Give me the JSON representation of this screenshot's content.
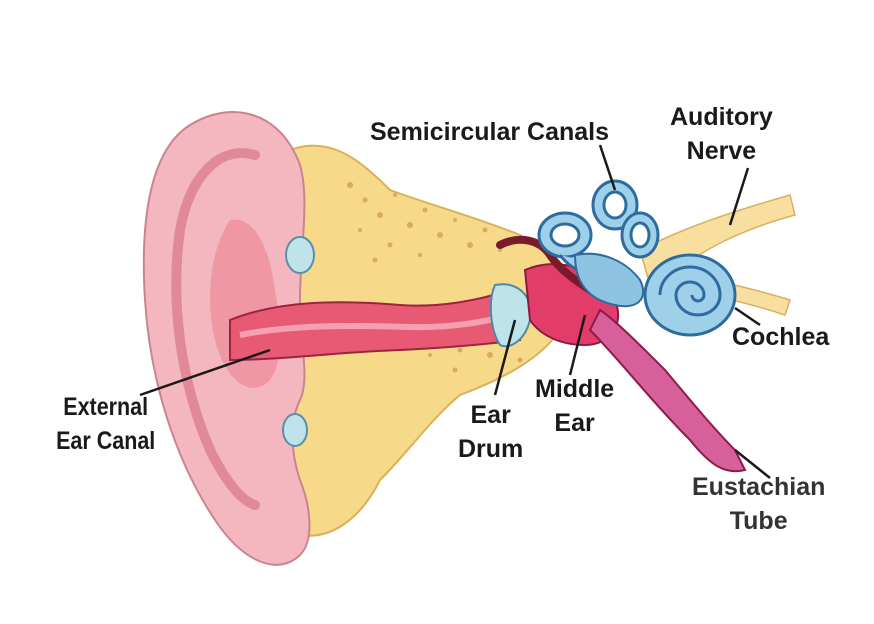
{
  "labels": {
    "semicircular_canals": "Semicircular Canals",
    "auditory_nerve": [
      "Auditory",
      "Nerve"
    ],
    "cochlea": "Cochlea",
    "middle_ear": [
      "Middle",
      "Ear"
    ],
    "ear_drum": [
      "Ear",
      "Drum"
    ],
    "external_ear_canal": [
      "External",
      "Ear Canal"
    ],
    "eustachian_tube": [
      "Eustachian",
      "Tube"
    ]
  },
  "colors": {
    "outer_ear": "#f5b7bf",
    "outer_ear_inner": "#ee8e9c",
    "canal": "#e85a74",
    "bone": "#f7d98a",
    "bone_speckle": "#d9a86a",
    "inner_ear": "#9fd0ea",
    "inner_ear_outline": "#2f6c9e",
    "eardrum": "#bfe3ea",
    "middle_ear": "#e23d6a",
    "eustachian": "#d8609a",
    "nerve": "#f8dfa0"
  }
}
